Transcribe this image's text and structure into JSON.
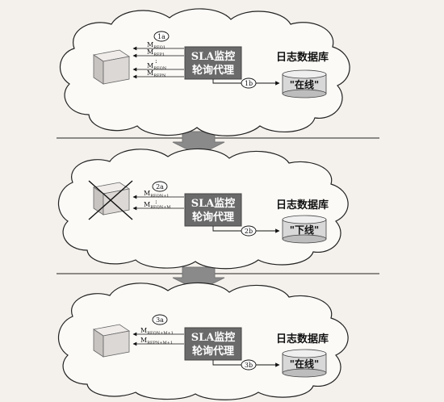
{
  "stages": [
    {
      "agent_line1": "SLA监控",
      "agent_line2": "轮询代理",
      "db_title": "日志数据库",
      "db_status": "\"在线\"",
      "step_a": "1a",
      "step_b": "1b",
      "messages": [
        "M",
        "M",
        ":",
        "M",
        "M"
      ],
      "message_subs": [
        "REQ1",
        "REP1",
        "",
        "REQN",
        "REPN"
      ],
      "server_state": "online"
    },
    {
      "agent_line1": "SLA监控",
      "agent_line2": "轮询代理",
      "db_title": "日志数据库",
      "db_status": "\"下线\"",
      "step_a": "2a",
      "step_b": "2b",
      "messages": [
        "M",
        ":",
        "M"
      ],
      "message_subs": [
        "REQN+1",
        "",
        "REQN+M"
      ],
      "server_state": "failed"
    },
    {
      "agent_line1": "SLA监控",
      "agent_line2": "轮询代理",
      "db_title": "日志数据库",
      "db_status": "\"在线\"",
      "step_a": "3a",
      "step_b": "3b",
      "messages": [
        "M",
        "M"
      ],
      "message_subs": [
        "REQN+M+1",
        "REPN+M+1"
      ],
      "server_state": "online"
    }
  ],
  "colors": {
    "agent_box": "#6a6a6a",
    "server": "#d6d2cf",
    "arrow": "#8a8a8a",
    "ink": "#111111"
  }
}
